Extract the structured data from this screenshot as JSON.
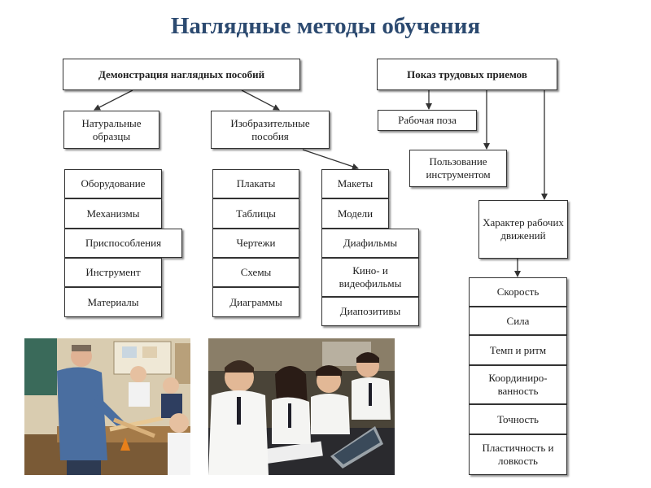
{
  "title": "Наглядные методы обучения",
  "colors": {
    "title": "#2c4a70",
    "box_border": "#333333",
    "arrow": "#333333"
  },
  "left_branch": {
    "root": "Демонстрация наглядных пособий",
    "natural": {
      "label": "Натуральные образцы",
      "items": [
        "Оборудование",
        "Механизмы",
        "Приспособления",
        "Инструмент",
        "Материалы"
      ]
    },
    "pictorial": {
      "label": "Изобразительные пособия",
      "items": [
        "Плакаты",
        "Таблицы",
        "Чертежи",
        "Схемы",
        "Диаграммы"
      ]
    },
    "models": [
      "Макеты",
      "Модели",
      "Диафильмы",
      "Кино- и видеофильмы",
      "Диапозитивы"
    ]
  },
  "right_branch": {
    "root": "Показ трудовых приемов",
    "posture": "Рабочая поза",
    "tool_use": "Пользование инструментом",
    "movement": "Характер рабочих движений",
    "qualities": [
      "Скорость",
      "Сила",
      "Темп и ритм",
      "Координиро-ванность",
      "Точность",
      "Пластичность и ловкость"
    ]
  },
  "photos": [
    "workshop-photo",
    "classroom-photo"
  ]
}
